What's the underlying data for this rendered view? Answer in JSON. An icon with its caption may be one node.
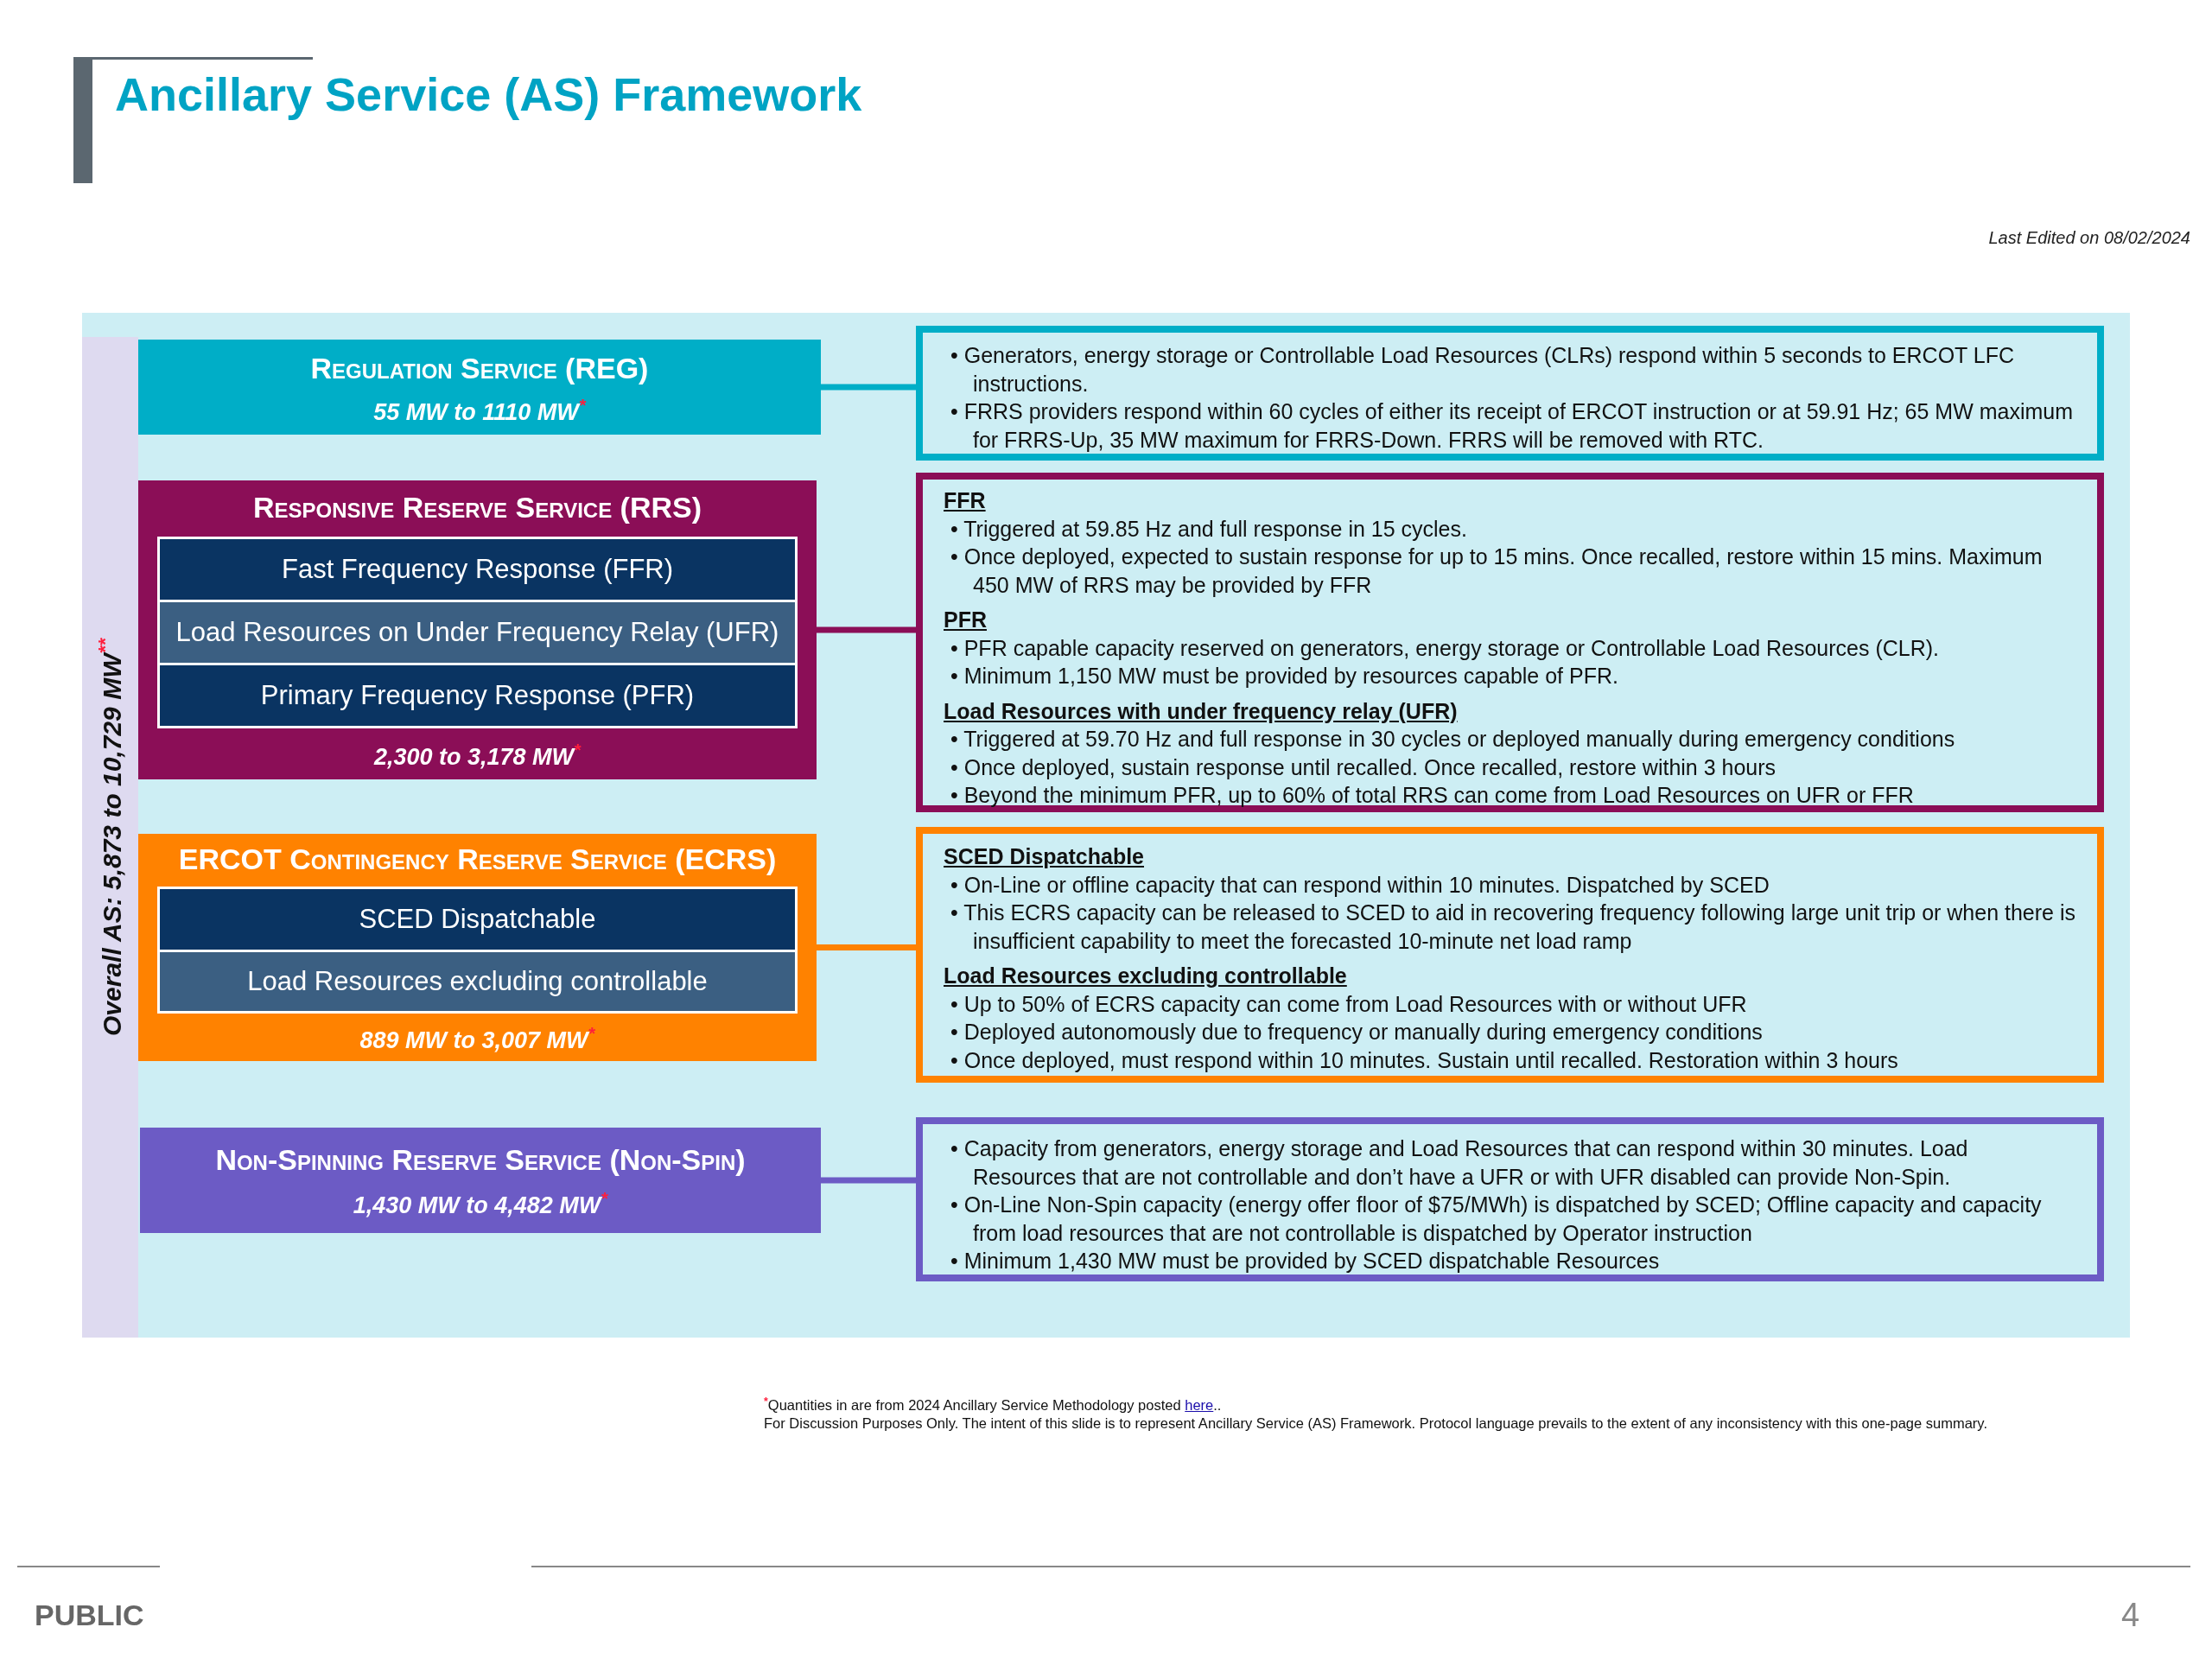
{
  "diagram": {
    "title": "Ancillary Service (AS) Framework",
    "nodes": [
      {
        "text": [
          "Overall AS: 5,873 to 10,729 MW$^{**}$"
        ]
      },
      {
        "text": [
          "Regulation Service (REG)",
          "55 MW to 1110 MW$^{*}$"
        ]
      },
      {
        "text": [
          "• Generators, energy storage or Controllable Load Resources (CLRs) respond within 5 seconds to ERCOT LFC instructions.",
          "• FRRS providers respond within 60 cycles of either its receipt of ERCOT instruction or at 59.91 Hz; 65 MW maximum for FRRS-Up, 35 MW maximum for FRRS-Down. FRRS will be removed with RTC."
        ]
      },
      {
        "text": [
          "Responsive Reserve Service (RRS)",
          "2,300 to 3,178 MW$^{*}$"
        ]
      },
      {
        "text": [
          "Fast Frequency Response (FFR)"
        ],
        "in": 3
      },
      {
        "text": [
          "Load Resources on Under Frequency Relay (UFR)"
        ],
        "in": 3
      },
      {
        "text": [
          "Primary Frequency Response (PFR)"
        ],
        "in": 3
      },
      {
        "text": [
          "FFR",
          "• Triggered at 59.85 Hz and full response in 15 cycles.",
          "• Once deployed, expected to sustain response for up to 15 mins. Once recalled, restore within 15 mins. Maximum 450 MW of RRS may be provided by FFR",
          "PFR",
          "• PFR capable capacity reserved on generators, energy storage or Controllable Load Resources (CLR).",
          "• Minimum 1,150 MW must be provided by resources capable of PFR.",
          "Load Resources with under frequency relay (UFR)",
          "• Triggered at 59.70 Hz and full response in 30 cycles or deployed manually during emergency conditions",
          "• Once deployed, sustain response until recalled. Once recalled, restore within 3 hours",
          "• Beyond the minimum PFR, up to 60% of total RRS can come from Load Resources on UFR or FFR"
        ]
      },
      {
        "text": [
          "ERCOT Contingency Reserve Service (ECRS)",
          "889 MW to 3,007 MW$^{*}$"
        ]
      },
      {
        "text": [
          "SCED Dispatchable"
        ],
        "in": 8
      },
      {
        "text": [
          "Load Resources excluding controllable"
        ],
        "in": 8
      },
      {
        "text": [
          "SCED Dispatchable",
          "• On-Line or offline capacity that can respond within 10 minutes. Dispatched by SCED",
          "• This ECRS capacity can be released to SCED to aid in recovering frequency following large unit trip or when there is insufficient capability to meet the forecasted 10-minute net load ramp",
          "Load Resources excluding controllable",
          "• Up to 50% of ECRS capacity can come from Load Resources with or without UFR",
          "• Deployed autonomously due to frequency or manually during emergency conditions",
          "• Once deployed, must respond within 10 minutes. Sustain until recalled. Restoration within 3 hours"
        ]
      },
      {
        "text": [
          "Non-Spinning Reserve Service (Non-Spin)",
          "1,430 MW to 4,482 MW$^{*}$"
        ]
      },
      {
        "text": [
          "• Capacity from generators, energy storage and Load Resources that can respond within 30 minutes. Load Resources that are not controllable and don’t have a UFR or with UFR disabled can provide Non-Spin.",
          "• On-Line Non-Spin capacity (energy offer floor of $75/MWh) is dispatched by SCED; Offline capacity and capacity from load resources that are not controllable is dispatched by Operator instruction",
          "• Minimum 1,430 MW must be provided by SCED dispatchable Resources"
        ]
      }
    ],
    "edges": [
      {
        "from": 1,
        "to": 2,
        "arrow": "none",
        "color": "#00aec7"
      },
      {
        "from": 3,
        "to": 7,
        "arrow": "none",
        "color": "#8b0e57"
      },
      {
        "from": 8,
        "to": 11,
        "arrow": "none",
        "color": "#ff8200"
      },
      {
        "from": 12,
        "to": 13,
        "arrow": "none",
        "color": "#6c5bc5"
      }
    ],
    "labels": [
      "Last Edited on 08/02/2024",
      "$^{*}$Quantities in are from 2024 Ancillary Service Methodology posted",
      "here",
      "..",
      "For Discussion Purposes Only. The intent of this slide is to represent Ancillary Service (AS) Framework. Protocol language prevails to the extent of any inconsistency with this one-page summary.",
      "PUBLIC",
      "4"
    ]
  }
}
